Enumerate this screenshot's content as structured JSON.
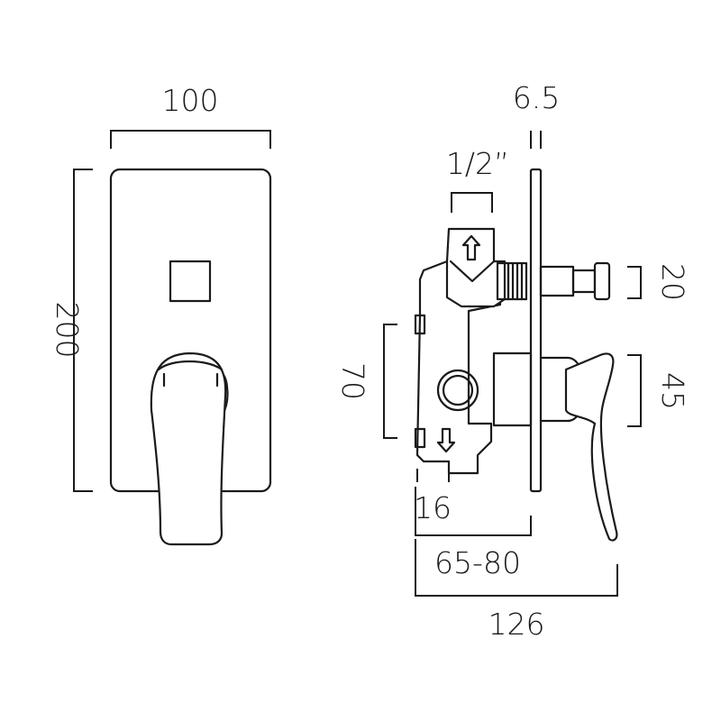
{
  "front_view": {
    "width_label": "100",
    "height_label": "200"
  },
  "side_view": {
    "plate_thickness_label": "6.5",
    "inlet_size_label": "1/2”",
    "outlet_height_label": "20",
    "lever_height_label": "45",
    "port_spacing_label": "70",
    "port_offset_label": "16",
    "wall_depth_label": "65-80",
    "total_depth_label": "126"
  },
  "colors": {
    "line": "#1a1a1a",
    "background": "#ffffff"
  }
}
